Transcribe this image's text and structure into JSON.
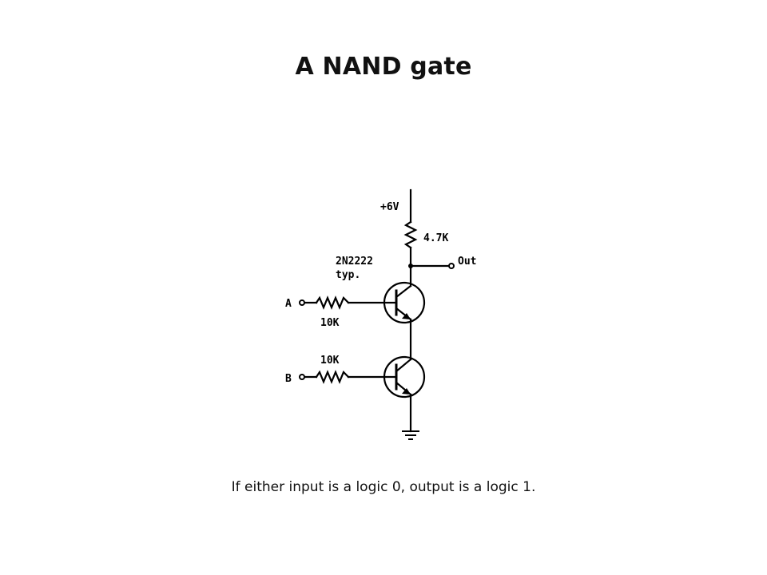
{
  "slide": {
    "title": "A NAND gate",
    "caption": "If either input is a logic 0, output is a logic 1."
  },
  "schematic": {
    "supply_label": "+6V",
    "load_resistor_label": "4.7K",
    "output_label": "Out",
    "transistor_label_line1": "2N2222",
    "transistor_label_line2": "typ.",
    "input_a_label": "A",
    "input_b_label": "B",
    "input_a_resistor_label": "10K",
    "input_b_resistor_label": "10K",
    "line_color": "#000000"
  }
}
